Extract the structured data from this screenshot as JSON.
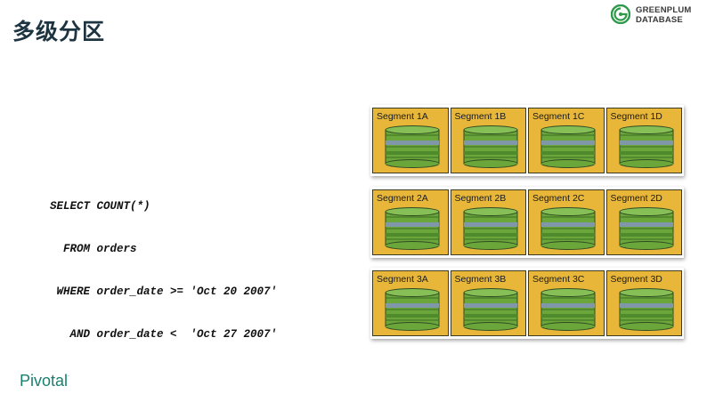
{
  "title": "多级分区",
  "logo": {
    "line1": "GREENPLUM",
    "line2": "DATABASE",
    "icon": "greenplum-circle-icon",
    "color": "#2e9a4a"
  },
  "sql_lines": [
    "SELECT COUNT(*)",
    "  FROM orders",
    " WHERE order_date >= 'Oct 20 2007'",
    "   AND order_date <  'Oct 27 2007'"
  ],
  "segments": [
    [
      "Segment 1A",
      "Segment 1B",
      "Segment 1C",
      "Segment 1D"
    ],
    [
      "Segment 2A",
      "Segment 2B",
      "Segment 2C",
      "Segment 2D"
    ],
    [
      "Segment 3A",
      "Segment 3B",
      "Segment 3C",
      "Segment 3D"
    ]
  ],
  "colors": {
    "cell": "#e8b73a",
    "disk_green": "#6aa63a",
    "disk_band": "#7f97a8",
    "brand": "#17806e"
  },
  "brand": {
    "name": "Pivotal",
    "mark": "."
  }
}
